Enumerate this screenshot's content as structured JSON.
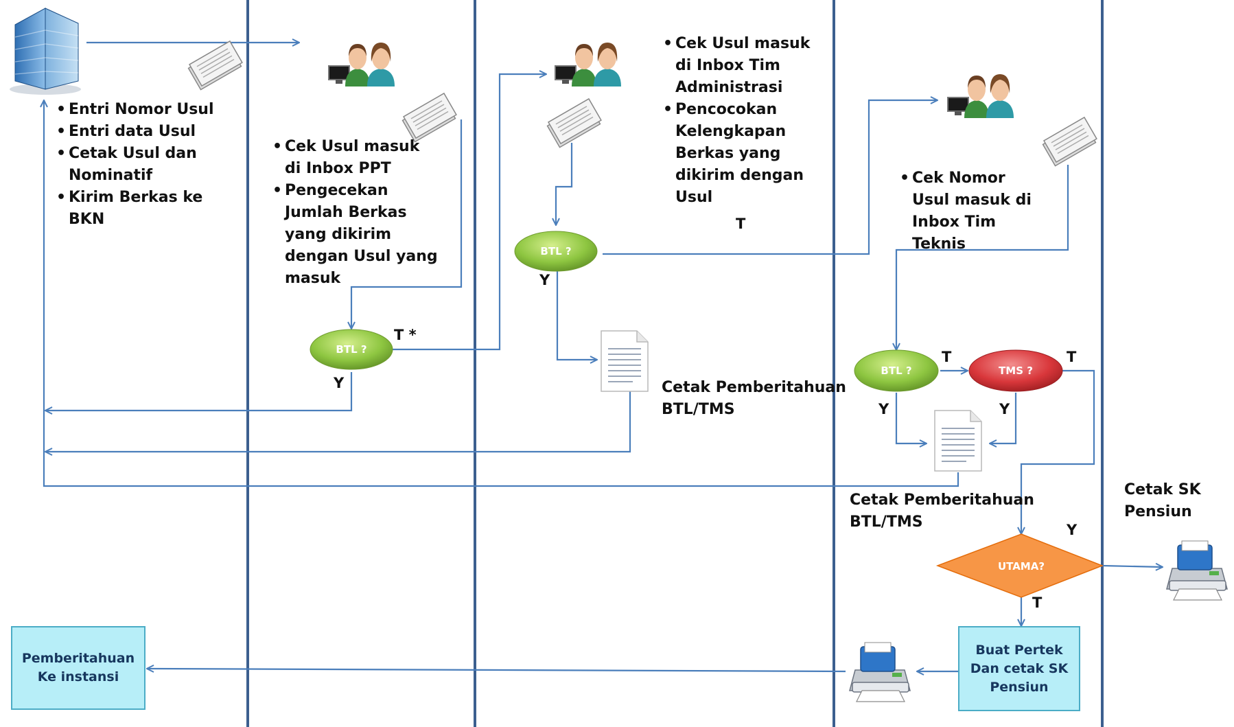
{
  "lane1": {
    "items": [
      "Entri Nomor Usul",
      "Entri data Usul",
      "Cetak Usul dan Nominatif",
      "Kirim Berkas ke BKN"
    ]
  },
  "lane2": {
    "items": [
      "Cek Usul masuk di Inbox PPT",
      "Pengecekan Jumlah Berkas yang dikirim dengan Usul yang masuk"
    ]
  },
  "lane3": {
    "items": [
      "Cek Usul masuk di Inbox Tim Administrasi",
      "Pencocokan Kelengkapan Berkas yang dikirim dengan Usul"
    ]
  },
  "lane4": {
    "items": [
      "Cek Nomor Usul masuk di Inbox Tim Teknis"
    ]
  },
  "decisions": {
    "btl1": "BTL ?",
    "btl2": "BTL ?",
    "btl3": "BTL ?",
    "tms": "TMS ?",
    "utama": "UTAMA?"
  },
  "labels": {
    "t_star": "T *",
    "y_btl1": "Y",
    "y_btl2": "Y",
    "t_lane3": "T",
    "t_btl3": "T",
    "y_btl3": "Y",
    "y_tms": "Y",
    "t_tms": "T",
    "y_utama": "Y",
    "t_utama": "T"
  },
  "notices": {
    "notice1_line1": "Cetak Pemberitahuan",
    "notice1_line2": "BTL/TMS",
    "notice2_line1": "Cetak Pemberitahuan",
    "notice2_line2": "BTL/TMS",
    "sk_line1": "Cetak SK",
    "sk_line2": "Pensiun"
  },
  "boxes": {
    "pemberitahuan_line1": "Pemberitahuan",
    "pemberitahuan_line2": "Ke instansi",
    "pertek_line1": "Buat Pertek",
    "pertek_line2": "Dan cetak SK",
    "pertek_line3": "Pensiun"
  },
  "colors": {
    "lane_divider": "#3c5f8f",
    "connector": "#4a7ebb",
    "decision_green": "#8ec641",
    "decision_red": "#d9373b",
    "decision_orange": "#f79646",
    "box_fill": "#b7eef8"
  },
  "icons": [
    "building-icon",
    "users-computer-icon",
    "document-stack-icon",
    "page-icon",
    "printer-icon"
  ]
}
